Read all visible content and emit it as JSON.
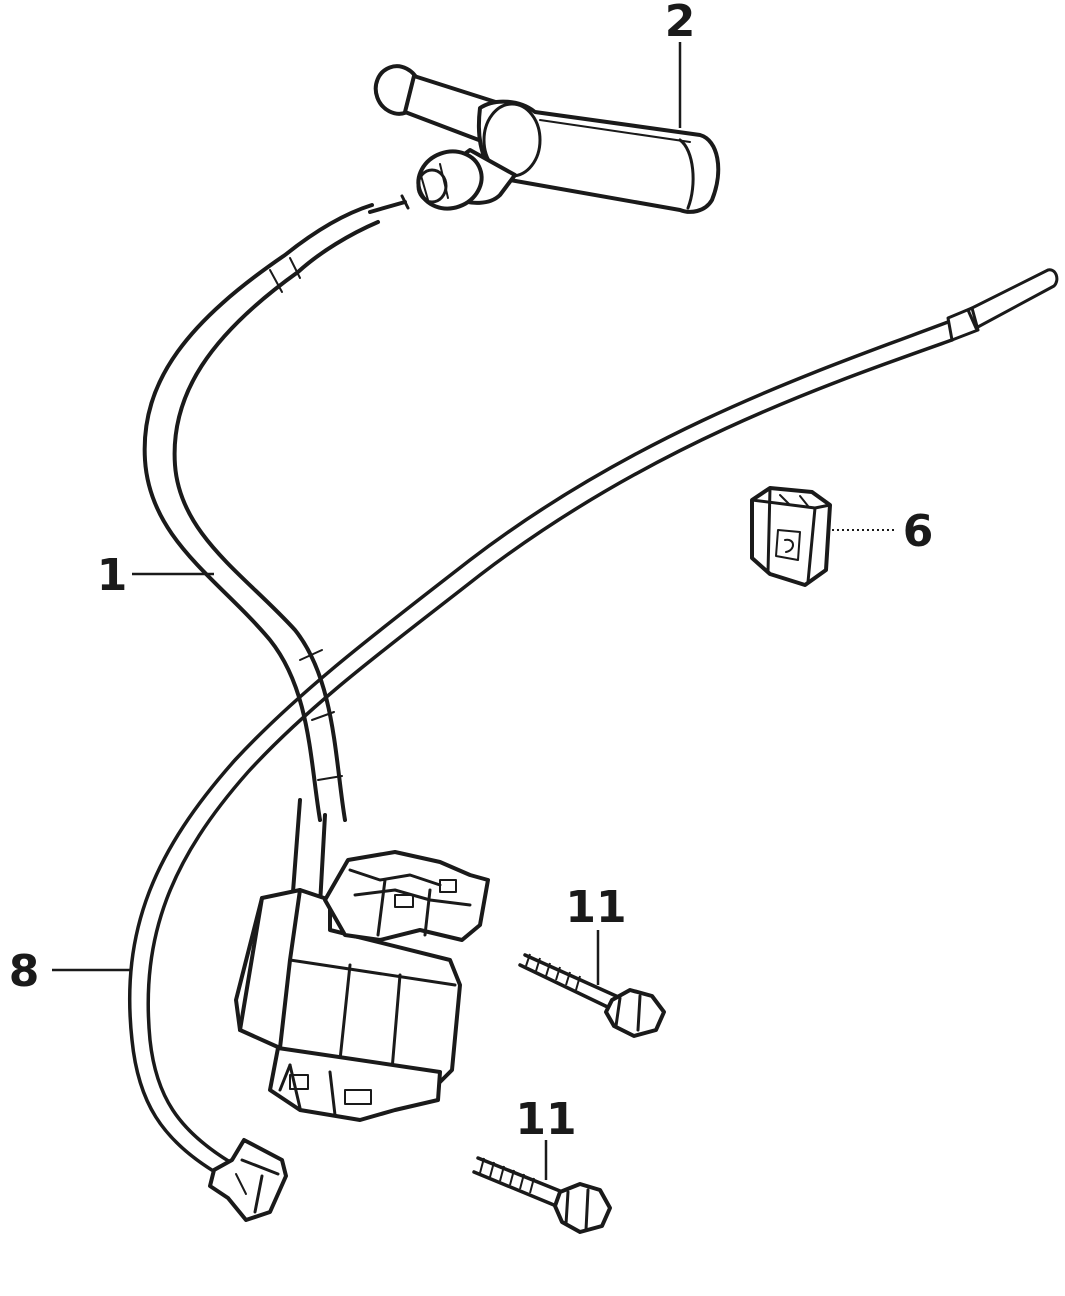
{
  "callouts": {
    "ignition_coil": "1",
    "spark_plug_cap": "2",
    "connector_clip": "6",
    "ground_wire": "8",
    "upper_bolt": "11",
    "lower_bolt": "11"
  },
  "colors": {
    "ink": "#1a1a1a",
    "background": "#ffffff"
  }
}
